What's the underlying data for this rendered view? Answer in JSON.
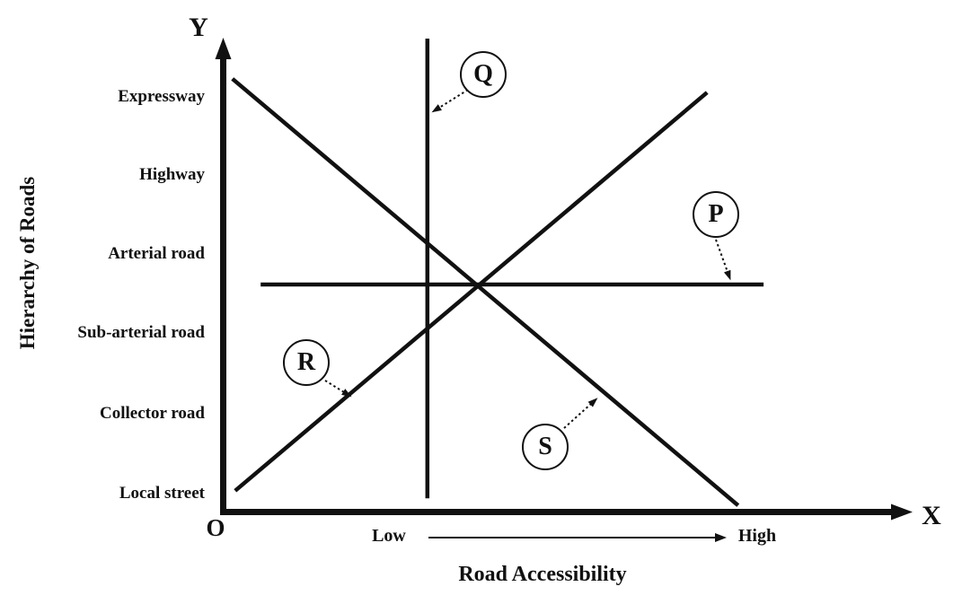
{
  "figure": {
    "y_axis_letter": "Y",
    "x_axis_letter": "X",
    "origin_label": "O",
    "y_axis_title": "Hierarchy of Roads",
    "x_axis_title": "Road Accessibility",
    "x_scale": {
      "low": "Low",
      "high": "High"
    },
    "y_tick_labels": [
      "Expressway",
      "Highway",
      "Arterial road",
      "Sub-arterial road",
      "Collector road",
      "Local street"
    ],
    "line_labels": {
      "P": "P",
      "Q": "Q",
      "R": "R",
      "S": "S"
    }
  },
  "chart_data": {
    "type": "line",
    "title": "",
    "xlabel": "Road Accessibility",
    "ylabel": "Hierarchy of Roads",
    "x_scale_labels": [
      "Low",
      "High"
    ],
    "y_categories_top_to_bottom": [
      "Expressway",
      "Highway",
      "Arterial road",
      "Sub-arterial road",
      "Collector road",
      "Local street"
    ],
    "grid": false,
    "axis_style": "schematic arrows from origin O, no numeric ticks",
    "series": [
      {
        "name": "P",
        "shape": "horizontal",
        "endpoints_norm": [
          0.055,
          0.48,
          0.785,
          0.48
        ]
      },
      {
        "name": "Q",
        "shape": "vertical",
        "endpoints_norm": [
          0.297,
          0.028,
          0.297,
          1.0
        ]
      },
      {
        "name": "R",
        "shape": "rising",
        "endpoints_norm": [
          0.018,
          0.044,
          0.703,
          0.886
        ]
      },
      {
        "name": "S",
        "shape": "falling",
        "endpoints_norm": [
          0.014,
          0.915,
          0.748,
          0.013
        ]
      }
    ],
    "annotations": [
      {
        "label": "P",
        "style": "circled letter with dotted arrow to horizontal line"
      },
      {
        "label": "Q",
        "style": "circled letter with dotted arrow to vertical line"
      },
      {
        "label": "R",
        "style": "circled letter with dotted arrow to rising line"
      },
      {
        "label": "S",
        "style": "circled letter with dotted arrow to falling line"
      }
    ],
    "colors": {
      "foreground": "#111111",
      "background": "#ffffff"
    }
  }
}
